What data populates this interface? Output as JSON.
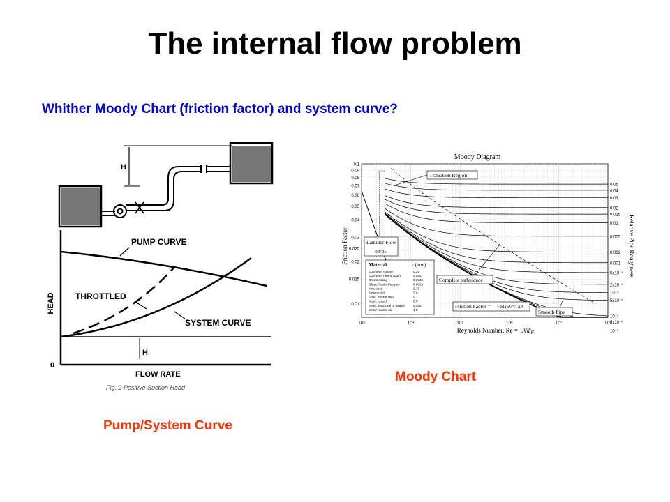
{
  "slide": {
    "title": "The internal flow problem",
    "subtitle": "Whither Moody Chart (friction factor) and system curve?",
    "caption_pump": "Pump/System Curve",
    "caption_moody": "Moody Chart"
  },
  "pump_figure": {
    "head_marker": "H",
    "suction_head_marker": "H",
    "pump_curve_label": "PUMP CURVE",
    "throttled_label": "THROTTLED",
    "system_curve_label": "SYSTEM CURVE",
    "y_axis_label": "HEAD",
    "x_axis_label": "FLOW RATE",
    "origin_label": "0",
    "figure_caption": "Fig. 2 Positive Suction Head"
  },
  "moody_figure": {
    "title": "Moody Diagram",
    "y_axis_label": "Friction Factor",
    "right_axis_label": "Relative Pipe Roughness",
    "x_axis_label": "Reynolds Number, Re =",
    "x_axis_formula": "ρVd/μ",
    "transition_label": "Transition Region",
    "laminar_label": "Laminar Flow",
    "laminar_formula": "64/Re",
    "complete_turbulence_label": "Complete turbulence",
    "smooth_pipe_label": "Smooth Pipe",
    "friction_factor_label": "Friction Factor =",
    "friction_factor_formula": "−2d/(ρV²l) ΔP",
    "material_header": "Material",
    "epsilon_header": "ε (mm)",
    "materials": [
      {
        "name": "Concrete, coarse",
        "eps": "0.25"
      },
      {
        "name": "Concrete, new smooth",
        "eps": "0.025"
      },
      {
        "name": "Drawn tubing",
        "eps": "0.0025"
      },
      {
        "name": "Glass,Plastic,Perspex",
        "eps": "0.0025"
      },
      {
        "name": "Iron, cast",
        "eps": "0.15"
      },
      {
        "name": "Sewers,old",
        "eps": "3.0"
      },
      {
        "name": "Steel, mortar lined",
        "eps": "0.1"
      },
      {
        "name": "Steel, rusted",
        "eps": "0.5"
      },
      {
        "name": "Steel, structural or forged",
        "eps": "0.025"
      },
      {
        "name": "Water mains, old",
        "eps": "1.0"
      }
    ]
  },
  "chart_data": {
    "type": "line",
    "title": "Moody Diagram",
    "xlabel": "Reynolds Number, Re = ρVd/μ",
    "ylabel": "Friction Factor",
    "right_label": "Relative Pipe Roughness",
    "xscale": "log",
    "yscale": "log",
    "xlim": [
      1000,
      100000000
    ],
    "ylim": [
      0.008,
      0.1
    ],
    "x_tick_labels": [
      "10³",
      "10⁴",
      "10⁵",
      "10⁶",
      "10⁷",
      "10⁸"
    ],
    "y_ticks": [
      {
        "value": 0.1,
        "label": "0.1"
      },
      {
        "value": 0.09,
        "label": "0.09"
      },
      {
        "value": 0.08,
        "label": "0.08"
      },
      {
        "value": 0.07,
        "label": "0.07"
      },
      {
        "value": 0.06,
        "label": "0.06"
      },
      {
        "value": 0.05,
        "label": "0.05"
      },
      {
        "value": 0.04,
        "label": "0.04"
      },
      {
        "value": 0.03,
        "label": "0.03"
      },
      {
        "value": 0.025,
        "label": "0.025"
      },
      {
        "value": 0.02,
        "label": "0.02"
      },
      {
        "value": 0.015,
        "label": "0.015"
      },
      {
        "value": 0.01,
        "label": "0.01"
      }
    ],
    "roughness": [
      {
        "value": 0.05,
        "label": "0.05"
      },
      {
        "value": 0.04,
        "label": "0.04"
      },
      {
        "value": 0.03,
        "label": "0.03"
      },
      {
        "value": 0.02,
        "label": "0.02"
      },
      {
        "value": 0.015,
        "label": "0.015"
      },
      {
        "value": 0.01,
        "label": "0.01"
      },
      {
        "value": 0.005,
        "label": "0.005"
      },
      {
        "value": 0.002,
        "label": "0.002"
      },
      {
        "value": 0.001,
        "label": "0.001"
      },
      {
        "value": 0.0005,
        "label": "5x10⁻⁴"
      },
      {
        "value": 0.0002,
        "label": "2x10⁻⁴"
      },
      {
        "value": 0.0001,
        "label": "10⁻⁴"
      },
      {
        "value": 5e-05,
        "label": "5x10⁻⁵"
      },
      {
        "value": 1e-05,
        "label": "10⁻⁵"
      },
      {
        "value": 5e-06,
        "label": "5x10⁻⁶"
      },
      {
        "value": 1e-06,
        "label": "10⁻⁶"
      }
    ],
    "laminar": {
      "x": [
        1000,
        6400
      ],
      "y": [
        0.064,
        0.01
      ]
    },
    "transition_re": 2300,
    "grid": true
  }
}
